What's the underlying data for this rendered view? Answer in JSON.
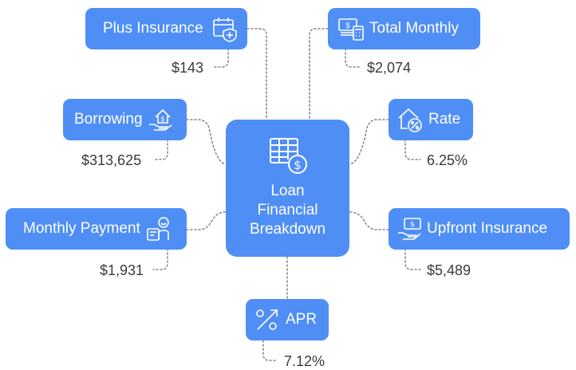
{
  "center": {
    "title_lines": [
      "Loan",
      "Financial",
      "Breakdown"
    ],
    "icon": "table-dollar-icon"
  },
  "nodes": [
    {
      "id": "plus-insurance",
      "label": "Plus Insurance",
      "value": "$143",
      "icon": "calendar-shield-icon"
    },
    {
      "id": "total-monthly",
      "label": "Total Monthly",
      "value": "$2,074",
      "icon": "money-calculator-icon"
    },
    {
      "id": "borrowing",
      "label": "Borrowing",
      "value": "$313,625",
      "icon": "house-hand-icon"
    },
    {
      "id": "rate",
      "label": "Rate",
      "value": "6.25%",
      "icon": "house-percent-icon"
    },
    {
      "id": "monthly-payment",
      "label": "Monthly Payment",
      "value": "$1,931",
      "icon": "person-payment-icon"
    },
    {
      "id": "upfront-insurance",
      "label": "Upfront Insurance",
      "value": "$5,489",
      "icon": "hand-money-icon"
    },
    {
      "id": "apr",
      "label": "APR",
      "value": "7.12%",
      "icon": "percent-arrow-icon"
    }
  ],
  "colors": {
    "node": "#4f8ef5",
    "connector": "#8a8a8a",
    "text": "#3a3a3a"
  }
}
